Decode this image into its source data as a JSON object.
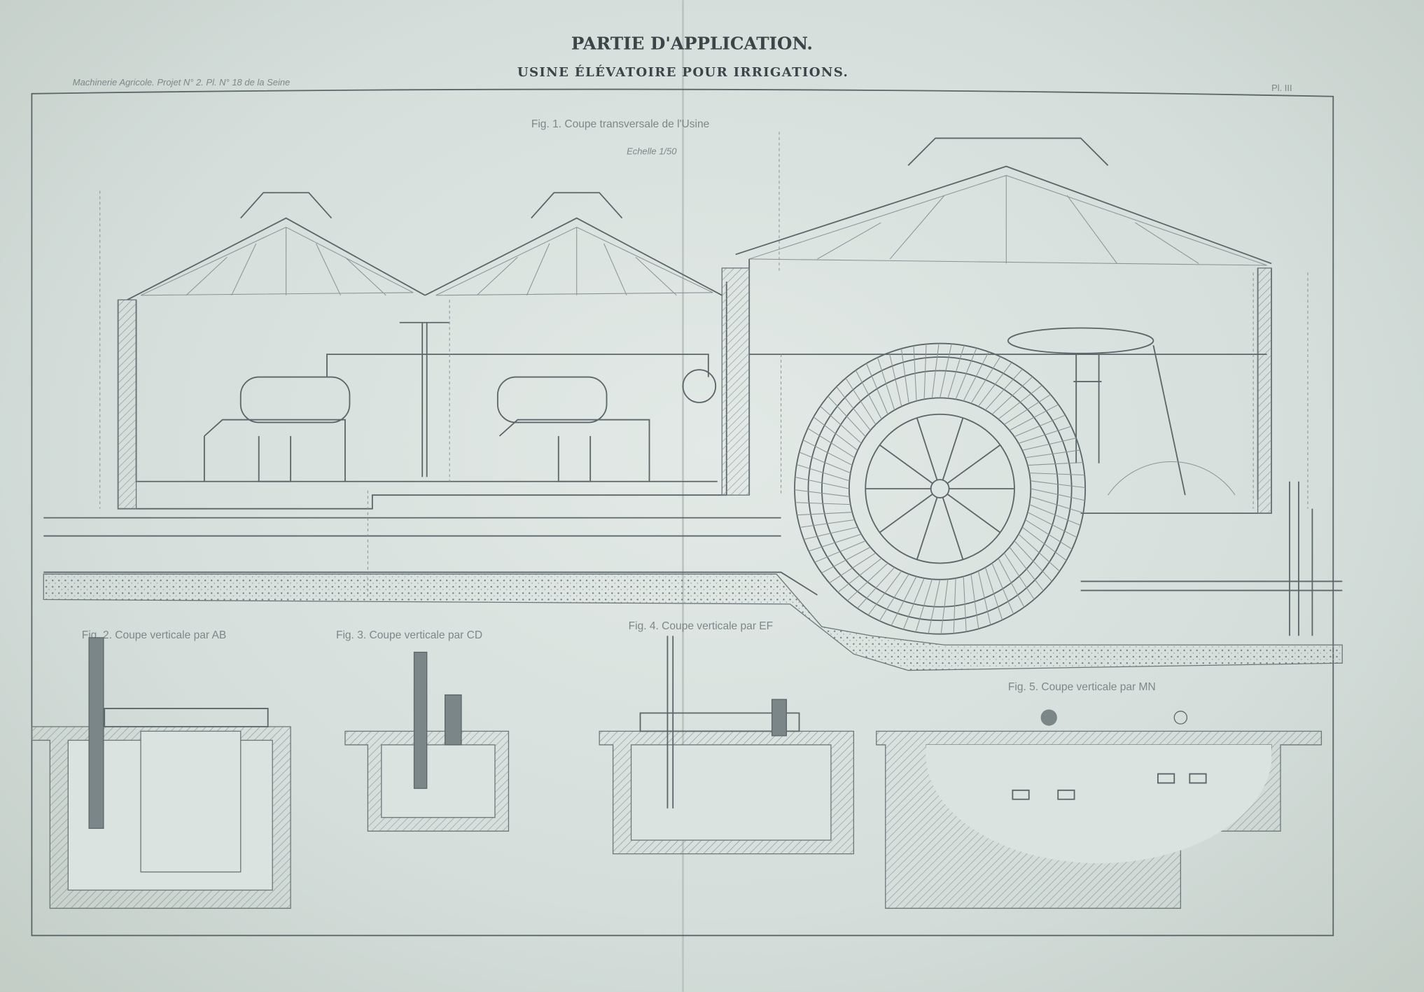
{
  "sheet": {
    "title": "PARTIE D'APPLICATION.",
    "subtitle": "USINE ÉLÉVATOIRE POUR IRRIGATIONS.",
    "header_left": "Machinerie Agricole. Projet N° 2. Pl. N° 18 de la Seine",
    "plate_number": "Pl. III"
  },
  "figures": {
    "fig1": {
      "caption": "Fig. 1. Coupe transversale de l'Usine",
      "scale": "Echelle 1/50"
    },
    "fig2": {
      "caption": "Fig. 2. Coupe verticale par AB"
    },
    "fig3": {
      "caption": "Fig. 3. Coupe verticale par CD"
    },
    "fig4": {
      "caption": "Fig. 4. Coupe verticale par EF"
    },
    "fig5": {
      "caption": "Fig. 5. Coupe verticale par MN"
    }
  },
  "colors": {
    "paper": "#d9e1de",
    "ink": "#5b6669"
  }
}
